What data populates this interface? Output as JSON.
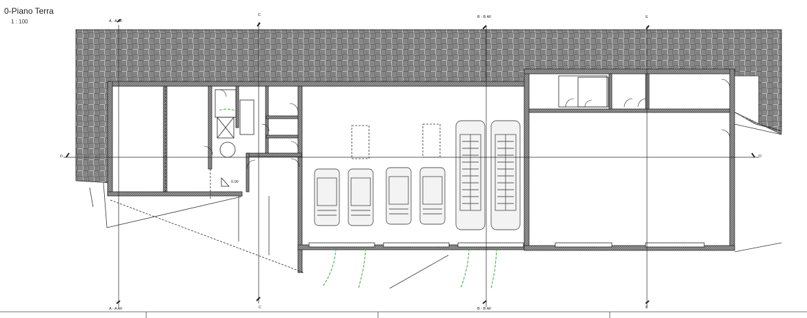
{
  "drawing": {
    "title": "0-Piano Terra",
    "scale": "1 : 100"
  },
  "section_marks": {
    "a_top": "A - A AF",
    "a_bottom": "A - A AF",
    "b_top": "B - B AF",
    "b_bottom": "B - B AF",
    "c_top": "C",
    "c_bottom": "C",
    "d_left": "D",
    "d_right": "D",
    "e_top": "E",
    "e_bottom": "E"
  },
  "annotations": {
    "level": "0.00"
  },
  "colors": {
    "line": "#222222",
    "wall_fill": "#8a8a8a",
    "soil_hatch": "#3a3a3a",
    "door_swing": "#2fae2f"
  }
}
